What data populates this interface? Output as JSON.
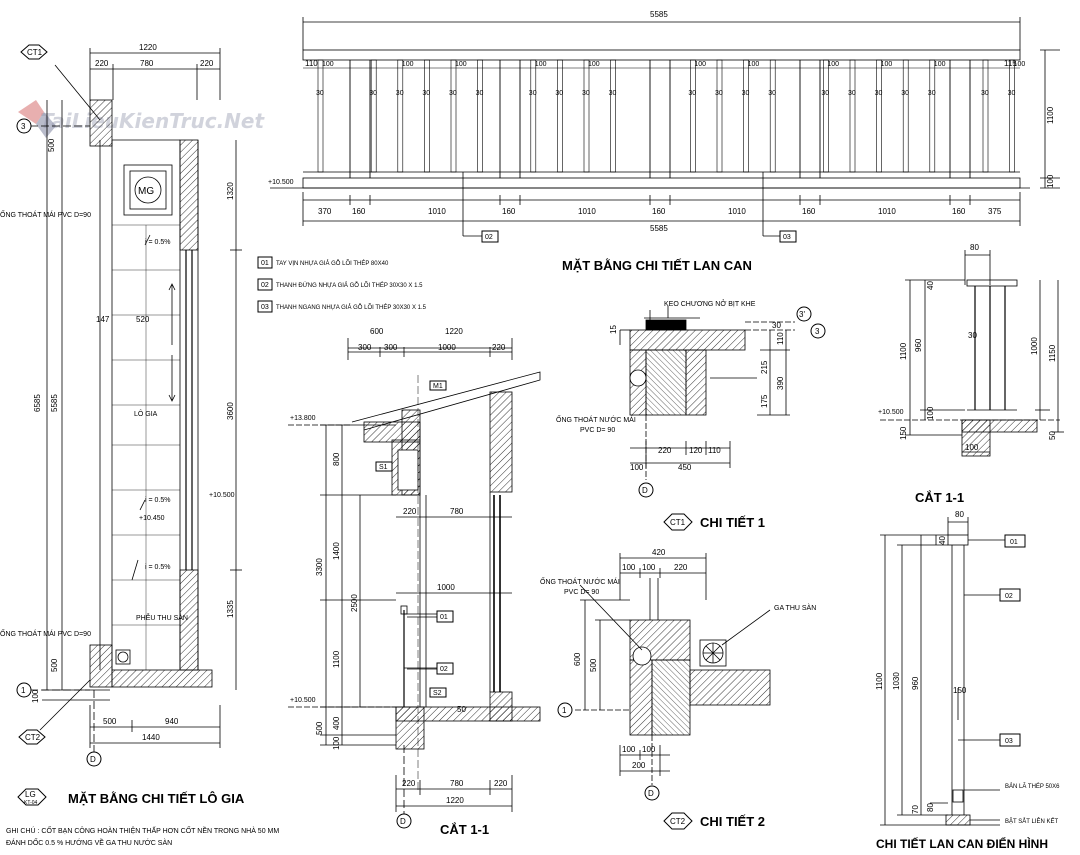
{
  "watermark": "TaiLieuKienTruc.Net",
  "colors": {
    "line": "#000000",
    "watermark": "#c9ccd6",
    "hatch": "#000000"
  },
  "titles": {
    "logia": "MẶT BẰNG CHI TIẾT LÔ GIA",
    "railing_plan": "MẶT BẰNG CHI TIẾT LAN CAN",
    "section_main": "CẮT 1-1",
    "section_right": "CẮT 1-1",
    "detail1": "CHI TIẾT 1",
    "detail2": "CHI TIẾT 2",
    "typical": "CHI TIẾT LAN CAN ĐIỂN HÌNH"
  },
  "bubbles": {
    "ct1": "CT1",
    "ct2": "CT2",
    "lg": "LG",
    "lg_sub": "KT-04",
    "axis3": "3",
    "axis3p": "3'",
    "axisD": "D",
    "axis1": "1",
    "m1": "M1",
    "s1": "S1",
    "s2": "S2",
    "mg": "MG"
  },
  "legend": [
    {
      "code": "01",
      "text": "TAY VỊN NHỰA GIẢ GỖ LÕI THÉP 80X40"
    },
    {
      "code": "02",
      "text": "THANH ĐỨNG NHỰA GIẢ GỖ LÕI THÉP 30X30 X 1.5"
    },
    {
      "code": "03",
      "text": "THANH NGANG NHỰA GIẢ GỖ LÕI THÉP 30X30 X 1.5"
    }
  ],
  "tags": {
    "t01": "01",
    "t02": "02",
    "t03": "03"
  },
  "notes": {
    "line1": "GHI CHÚ : CỐT BẠN CÔNG HOÀN THIỆN THẤP HƠN CỐT NỀN TRONG NHÀ 50 MM",
    "line2": "ĐÁNH DỐC 0.5 % HƯỚNG VỀ GA THU NƯỚC SÀN"
  },
  "labels": {
    "pvc_top": "ỐNG THOÁT MÁI PVC D=90",
    "pvc_bot": "ỐNG THOÁT MÁI PVC D=90",
    "logia": "LÔ GIA",
    "slope1": "i = 0.5%",
    "slope2": "i = 0.5%",
    "slope3": "i = 0.5%",
    "drain": "PHỄU THU SÀN",
    "lev10450": "+10.450",
    "lev10500_a": "+10.500",
    "lev10500_b": "+10.500",
    "lev10500_c": "+10.500",
    "lev10500_d": "+10.500",
    "lev13800": "+13.800",
    "keo": "KEO CHƯƠNG NỞ BỊT KHE",
    "pipe1a": "ỐNG THOÁT NƯỚC MÁI",
    "pipe1b": "PVC D= 90",
    "pipe2a": "ỐNG THOÁT NƯỚC MÁI",
    "pipe2b": "PVC D= 90",
    "ga": "GA THU SÀN",
    "banla": "BẢN LÃ THÉP 50X6",
    "batsat": "BẬT SẮT LIÊN KẾT"
  },
  "dims": {
    "lg_1220": "1220",
    "lg_220a": "220",
    "lg_780": "780",
    "lg_220b": "220",
    "lg_500t": "500",
    "lg_1320": "1320",
    "lg_6585": "6585",
    "lg_5585": "5585",
    "lg_3600": "3600",
    "lg_1335": "1335",
    "lg_500b": "500",
    "lg_100": "100",
    "lg_147": "147",
    "lg_520": "520",
    "lg_500": "500",
    "lg_940": "940",
    "lg_1440": "1440",
    "rp_5585a": "5585",
    "rp_5585b": "5585",
    "rp_110": "110",
    "rp_115": "115",
    "rp_1100": "1100",
    "rp_100": "100",
    "rp_370": "370",
    "rp_160": "160",
    "rp_1010": "1010",
    "rp_375": "375",
    "s_600": "600",
    "s_1220t": "1220",
    "s_300a": "300",
    "s_300b": "300",
    "s_1000t": "1000",
    "s_220t": "220",
    "s_800": "800",
    "s_3300": "3300",
    "s_1400": "1400",
    "s_2500": "2500",
    "s_1100": "1100",
    "s_500": "500",
    "s_400": "400",
    "s_100": "100",
    "s_220m": "220",
    "s_780m": "780",
    "s_1000m": "1000",
    "s_220b1": "220",
    "s_780b": "780",
    "s_220b2": "220",
    "s_1220b": "1220",
    "s_50": "50",
    "d1_15": "15",
    "d1_30": "30",
    "d1_110": "110",
    "d1_215": "215",
    "d1_390": "390",
    "d1_175": "175",
    "d1_220": "220",
    "d1_120": "120",
    "d1_110b": "110",
    "d1_100": "100",
    "d1_450": "450",
    "d2_420": "420",
    "d2_100a": "100",
    "d2_100b": "100",
    "d2_220": "220",
    "d2_600": "600",
    "d2_500": "500",
    "d2_100c": "100",
    "d2_100d": "100",
    "d2_200": "200",
    "cr_80": "80",
    "cr_40": "40",
    "cr_960": "960",
    "cr_1100": "1100",
    "cr_1000": "1000",
    "cr_1150": "1150",
    "cr_30": "30",
    "cr_100": "100",
    "cr_150": "150",
    "cr_50": "50",
    "cr_100b": "100",
    "ty_80": "80",
    "ty_40": "40",
    "ty_1100": "1100",
    "ty_1030": "1030",
    "ty_960": "960",
    "ty_150": "150",
    "ty_70": "70",
    "ty_80b": "80"
  }
}
